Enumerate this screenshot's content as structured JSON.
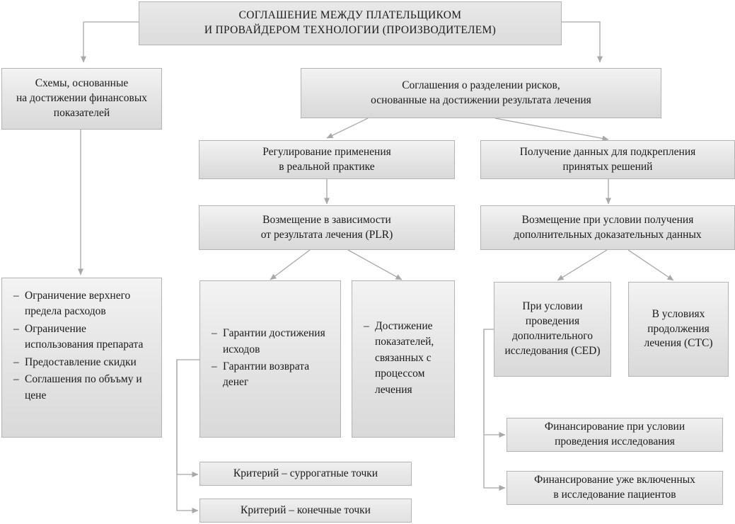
{
  "diagram": {
    "title_box": {
      "lines": [
        "СОГЛАШЕНИЕ МЕЖДУ ПЛАТЕЛЬЩИКОМ",
        "И ПРОВАЙДЕРОМ ТЕХНОЛОГИИ (ПРОИЗВОДИТЕЛЕМ)"
      ]
    },
    "financial_schemes": {
      "lines": [
        "Схемы, основанные",
        "на достижении финансовых",
        "показателей"
      ]
    },
    "risk_sharing": {
      "lines": [
        "Соглашения о разделении рисков,",
        "основанные на достижении результата лечения"
      ]
    },
    "real_practice": {
      "lines": [
        "Регулирование применения",
        "в реальной практике"
      ]
    },
    "data_collection": {
      "lines": [
        "Получение данных для подкрепления",
        "принятых решений"
      ]
    },
    "plr": {
      "lines": [
        "Возмещение в зависимости",
        "от результата лечения (PLR)"
      ]
    },
    "extra_evidence": {
      "lines": [
        "Возмещение при условии получения",
        "дополнительных доказательных данных"
      ]
    },
    "financial_list": {
      "items": [
        "Ограничение верхнего предела расходов",
        "Ограничение использования препарата",
        "Предоставление скидки",
        "Соглашения по объъму и цене"
      ]
    },
    "guarantees_list": {
      "items": [
        "Гарантии достижения исходов",
        "Гарантии возврата денег"
      ]
    },
    "process_list": {
      "items": [
        "Достижение показателей, связанных с процессом лечения"
      ]
    },
    "ced": {
      "lines": [
        "При условии",
        "проведения",
        "дополнительного",
        "исследования (CED)"
      ]
    },
    "ctc": {
      "lines": [
        "В условиях",
        "продолжения",
        "лечения (CTC)"
      ]
    },
    "criterion_surrogate": {
      "lines": [
        "Критерий – суррогатные точки"
      ]
    },
    "criterion_final": {
      "lines": [
        "Критерий – конечные точки"
      ]
    },
    "funding_conditional": {
      "lines": [
        "Финансирование при условии",
        "проведения исследования"
      ]
    },
    "funding_enrolled": {
      "lines": [
        "Финансирование уже включенных",
        "в исследование пациентов"
      ]
    },
    "colors": {
      "box_fill_top": "#f3f3f3",
      "box_fill_bottom": "#d9d9d9",
      "box_border": "#b3b3b3",
      "connector": "#a8a8a8",
      "text": "#1a1a1a"
    }
  }
}
